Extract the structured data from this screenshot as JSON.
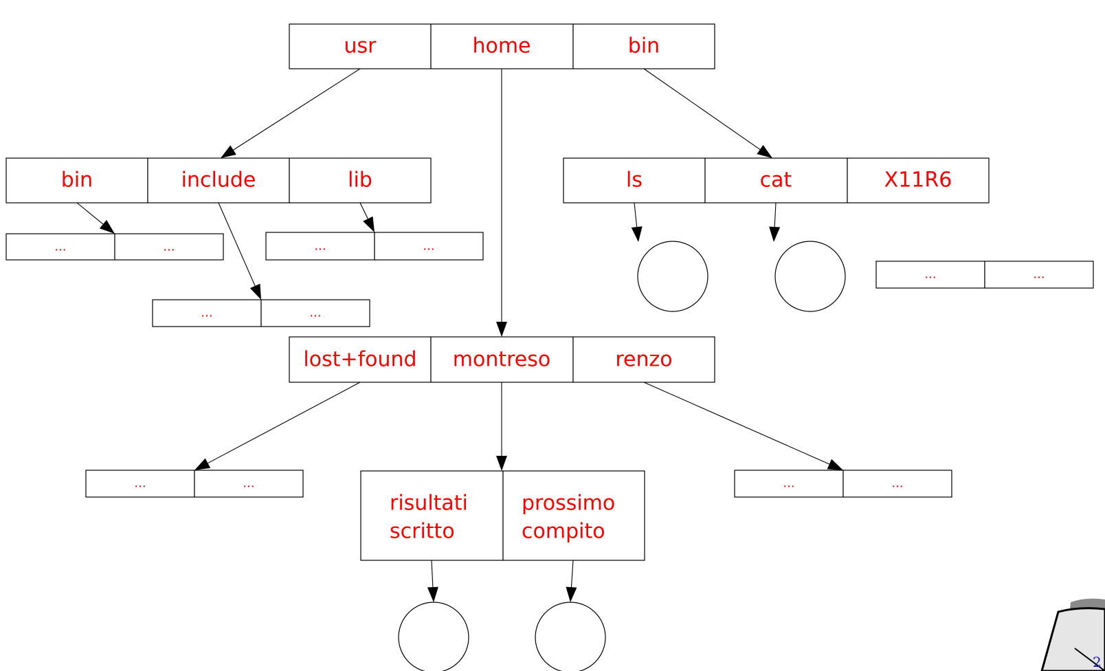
{
  "root": {
    "cells": [
      "usr",
      "home",
      "bin"
    ]
  },
  "usr_dir": {
    "cells": [
      "bin",
      "include",
      "lib"
    ]
  },
  "bin_dir": {
    "cells": [
      "ls",
      "cat",
      "X11R6"
    ]
  },
  "home_dir": {
    "cells": [
      "lost+found",
      "montreso",
      "renzo"
    ]
  },
  "montreso_dir": {
    "cells": [
      [
        "risultati",
        "scritto"
      ],
      [
        "prossimo",
        "compito"
      ]
    ]
  },
  "ellipsis": "...",
  "page_number": "2"
}
